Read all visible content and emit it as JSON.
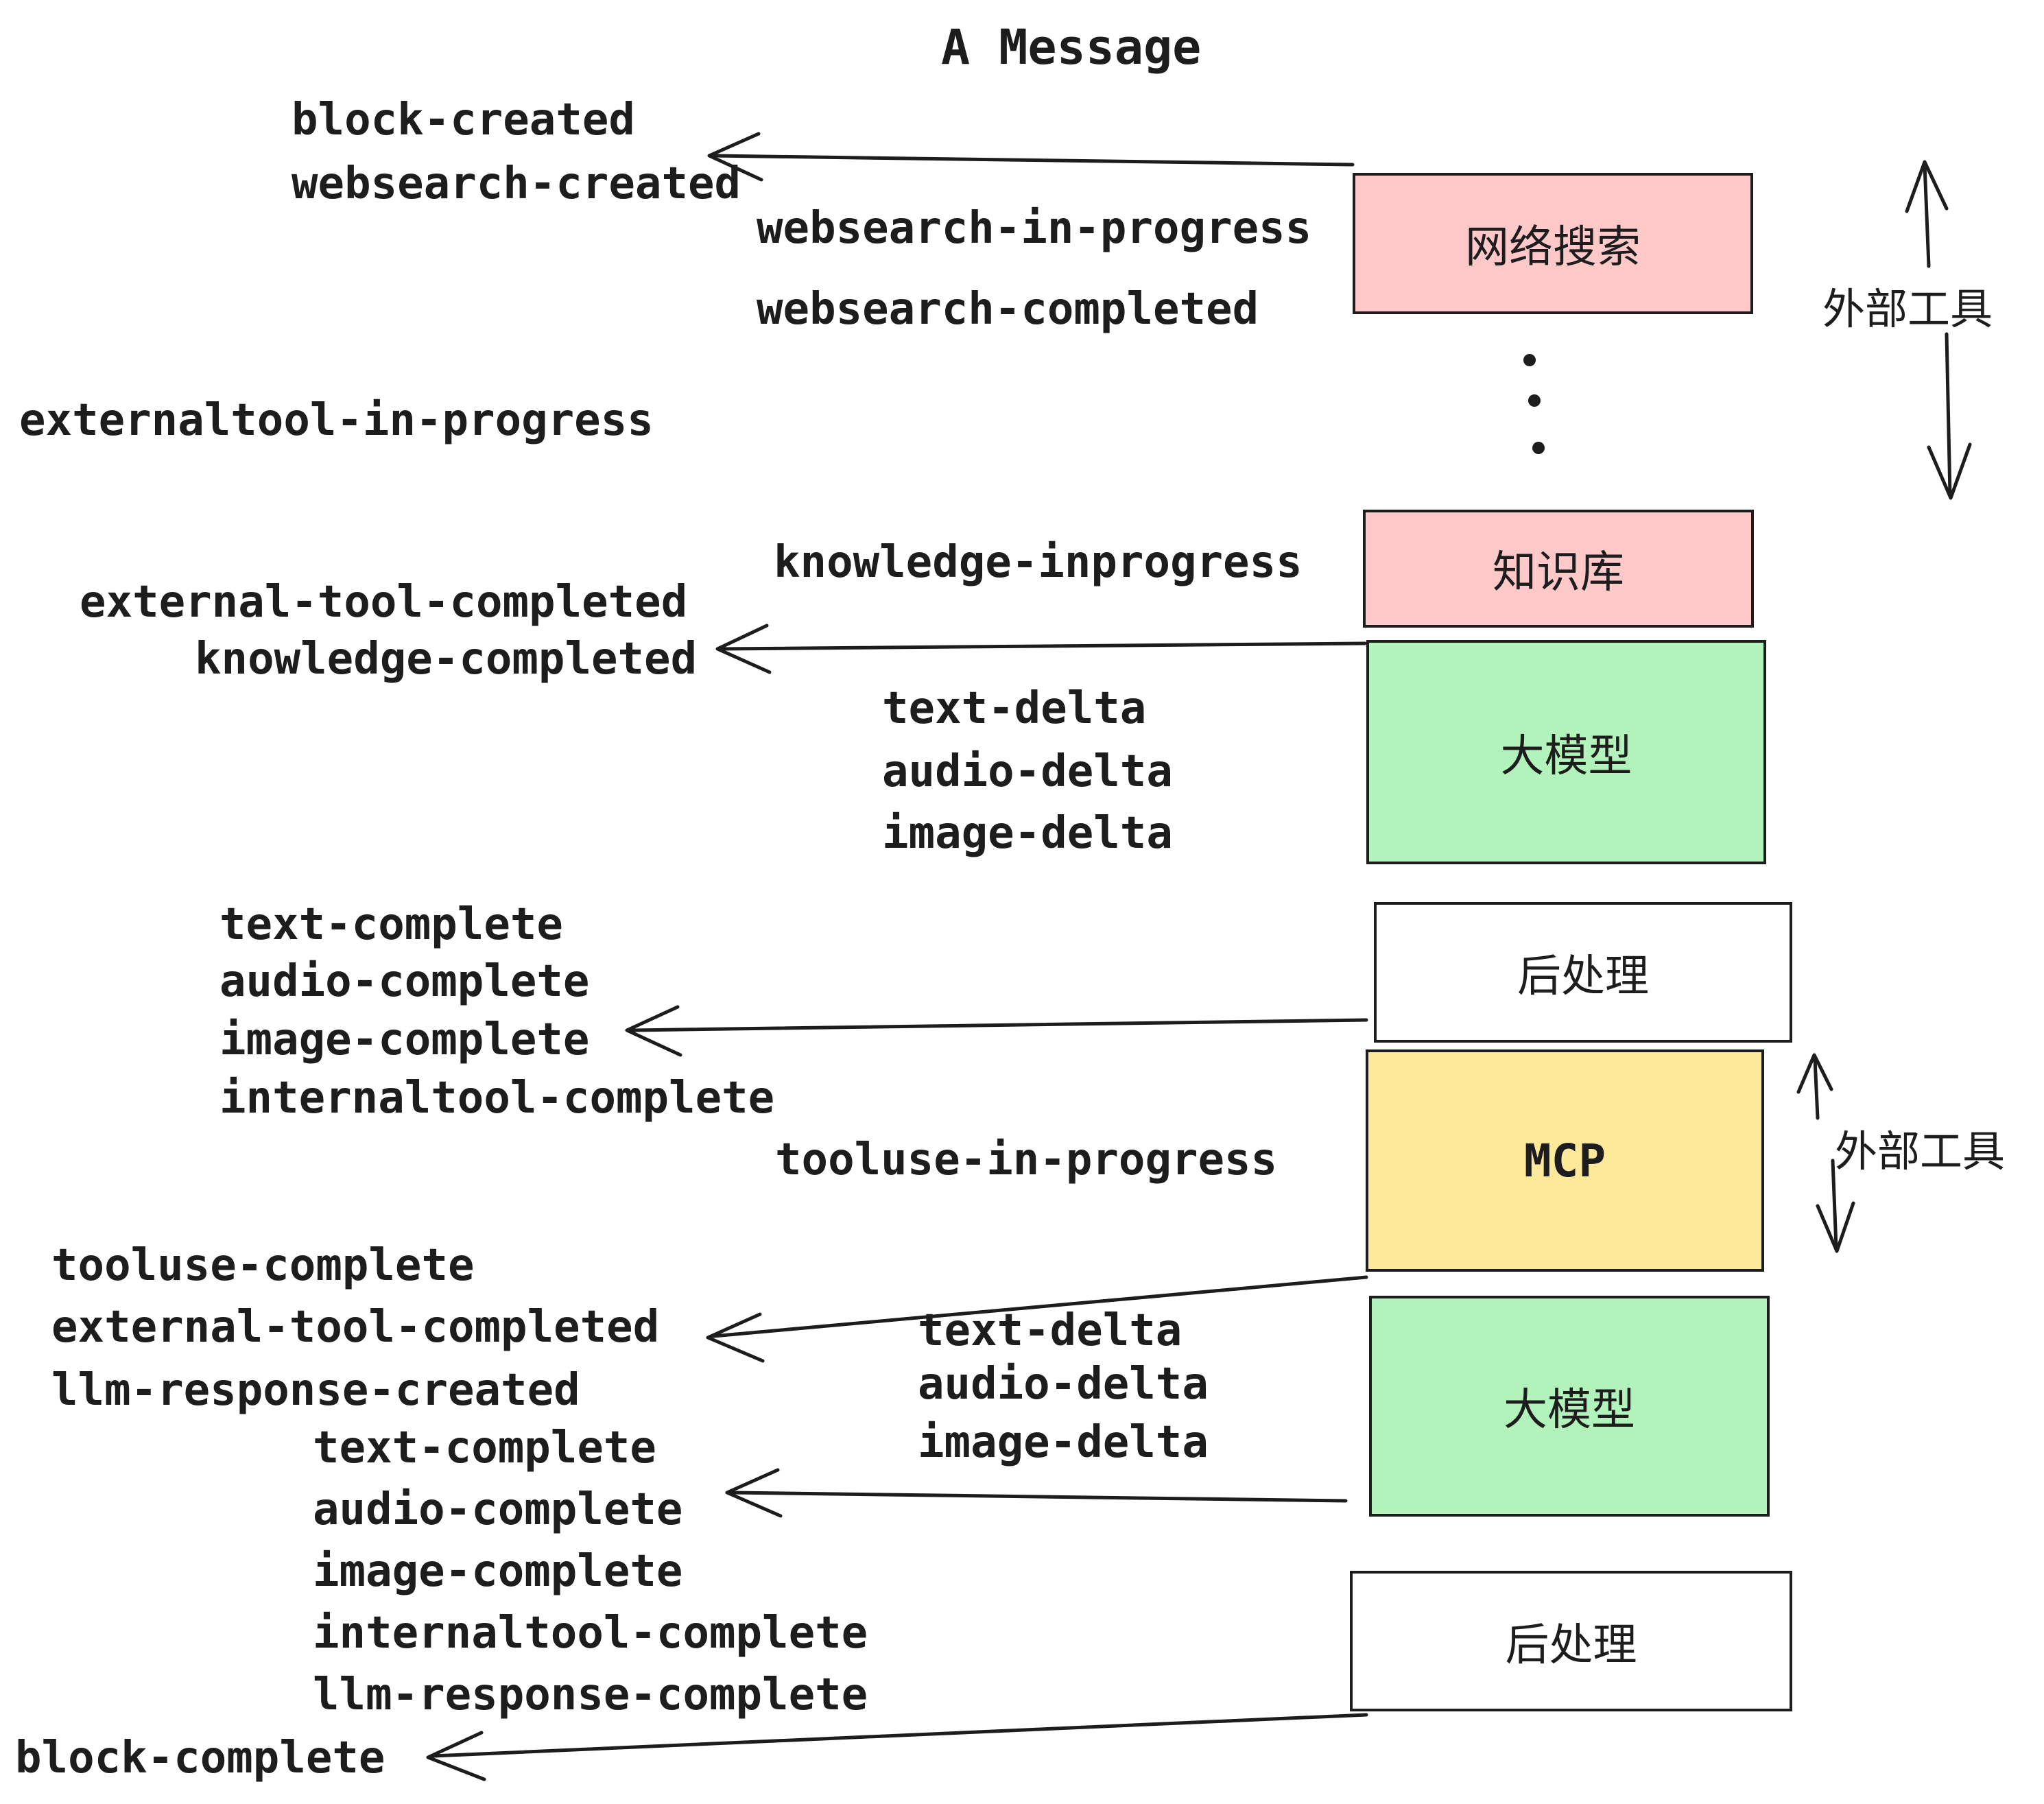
{
  "title": "A Message",
  "colors": {
    "pink": "#ffc9c9",
    "green": "#b2f2bb",
    "yellow": "#fde99a",
    "white": "#ffffff",
    "stroke": "#1d1d1d"
  },
  "boxes": {
    "websearch": {
      "label": "网络搜索",
      "color": "#ffc9c9"
    },
    "knowledge": {
      "label": "知识库",
      "color": "#ffc9c9"
    },
    "llm1": {
      "label": "大模型",
      "color": "#b2f2bb"
    },
    "post1": {
      "label": "后处理",
      "color": "#ffffff"
    },
    "mcp": {
      "label": "MCP",
      "color": "#fde99a"
    },
    "llm2": {
      "label": "大模型",
      "color": "#b2f2bb"
    },
    "post2": {
      "label": "后处理",
      "color": "#ffffff"
    }
  },
  "annotations": {
    "external_tools_top": "外部工具",
    "external_tools_mcp": "外部工具"
  },
  "events": {
    "block_created": "block-created",
    "websearch_created": "websearch-created",
    "websearch_in_progress": "websearch-in-progress",
    "websearch_completed": "websearch-completed",
    "externaltool_in_progress": "externaltool-in-progress",
    "knowledge_inprogress": "knowledge-inprogress",
    "external_tool_completed": "external-tool-completed",
    "knowledge_completed": "knowledge-completed",
    "text_delta": "text-delta",
    "audio_delta": "audio-delta",
    "image_delta": "image-delta",
    "text_complete": "text-complete",
    "audio_complete": "audio-complete",
    "image_complete": "image-complete",
    "internaltool_complete": "internaltool-complete",
    "tooluse_in_progress": "tooluse-in-progress",
    "tooluse_complete": "tooluse-complete",
    "external_tool_completed_2": "external-tool-completed",
    "llm_response_created": "llm-response-created",
    "text_complete_2": "text-complete",
    "audio_complete_2": "audio-complete",
    "image_complete_2": "image-complete",
    "internaltool_complete_2": "internaltool-complete",
    "llm_response_complete": "llm-response-complete",
    "text_delta_2": "text-delta",
    "audio_delta_2": "audio-delta",
    "image_delta_2": "image-delta",
    "block_complete": "block-complete"
  }
}
